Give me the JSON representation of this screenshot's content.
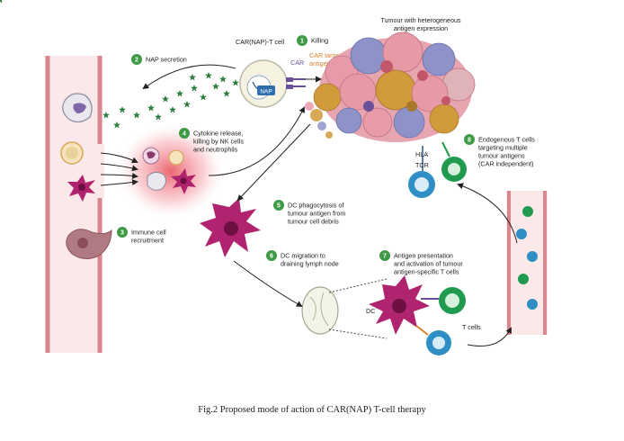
{
  "figure": {
    "caption": "Fig.2 Proposed mode of action of CAR(NAP) T-cell therapy",
    "colors": {
      "step_badge": "#3f9a45",
      "vessel_wall": "#d9878f",
      "vessel_fill": "#fbe9ea",
      "tumour_pink": "#e79aa6",
      "tumour_blue": "#8d93c8",
      "tumour_gold": "#d19a3a",
      "dc_magenta": "#b0236e",
      "t_cell_blue": "#2f8fc4",
      "t_cell_green": "#1f9a4e",
      "nap_star": "#2e7d3f",
      "car_label": "#d9822b"
    }
  },
  "labels": {
    "car_nap_t_cell": "CAR(NAP)-T cell",
    "car": "CAR",
    "car_target_antigen_l1": "CAR target",
    "car_target_antigen_l2": "antigen",
    "nap": "NAP",
    "tumour_l1": "Tumour with heterogeneous",
    "tumour_l2": "antigen expression",
    "hla": "HLA",
    "tcr": "TCR",
    "dc": "DC",
    "t_cells": "T cells"
  },
  "steps": [
    {
      "num": "1",
      "lines": [
        "Killing"
      ]
    },
    {
      "num": "2",
      "lines": [
        "NAP secretion"
      ]
    },
    {
      "num": "3",
      "lines": [
        "Immune cell",
        "recruitment"
      ]
    },
    {
      "num": "4",
      "lines": [
        "Cytokine release,",
        "killing by NK cells",
        "and neutrophils"
      ]
    },
    {
      "num": "5",
      "lines": [
        "DC phagocytosis of",
        "tumour antigen from",
        "tumour cell debris"
      ]
    },
    {
      "num": "6",
      "lines": [
        "DC migration to",
        "draining lymph node"
      ]
    },
    {
      "num": "7",
      "lines": [
        "Antigen presentation",
        "and activation of tumour",
        "antigen-specific T cells"
      ]
    },
    {
      "num": "8",
      "lines": [
        "Endogenous T cells",
        "targeting multiple",
        "tumour antigens",
        "(CAR independent)"
      ]
    }
  ]
}
